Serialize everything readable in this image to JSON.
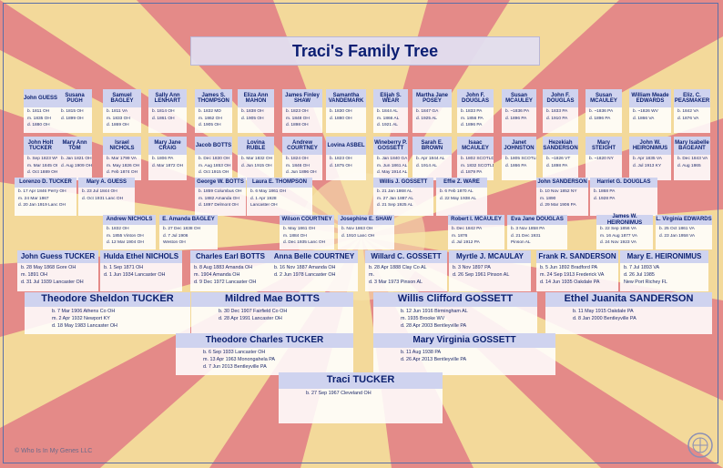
{
  "title": "Traci's Family Tree",
  "copyright": "© Who Is In My Genes LLC",
  "colors": {
    "name_band": "#cfd3ef",
    "name_text": "#0a1f6e",
    "detail_text": "#1d2a6a",
    "background_gold": "#f3d99a",
    "background_red": "#e48a88",
    "frame": "#5b6fa8"
  },
  "people": [
    {
      "name": "John GUESS",
      "details": [
        "b. 1811 OH",
        "m. 1835 OH",
        "d. 1880 OH"
      ]
    },
    {
      "name": "Susana PUGH",
      "details": [
        "b. 1815 OH",
        "d. 1899 OH"
      ]
    },
    {
      "name": "Samuel BAGLEY",
      "details": [
        "b. 1811 VA",
        "m. 1833 OH",
        "d. 1869 OH"
      ]
    },
    {
      "name": "Sally Ann LENHART",
      "details": [
        "b. 1814 OH",
        "d. 1861 OH"
      ]
    },
    {
      "name": "James S. THOMPSON",
      "details": [
        "b. 1832 MD",
        "m. 1862 OH",
        "d. 1905 OH"
      ]
    },
    {
      "name": "Eliza Ann MAHON",
      "details": [
        "b. 1838 OH",
        "d. 1905 OH"
      ]
    },
    {
      "name": "James Finley SHAW",
      "details": [
        "b. 1823 OH",
        "m. 1848 OH",
        "d. 1898 OH"
      ]
    },
    {
      "name": "Samantha VANDEMARK",
      "details": [
        "b. 1830 OH",
        "d. 1880 OH"
      ]
    },
    {
      "name": "Elijah S. WEAR",
      "details": [
        "b. 1844 AL",
        "m. 1866 AL",
        "d. 1921 AL"
      ]
    },
    {
      "name": "Martha Jane POSEY",
      "details": [
        "b. 1847 GA",
        "d. 1925 AL"
      ]
    },
    {
      "name": "John F. DOUGLAS",
      "details": [
        "b. 1833 PA",
        "m. 1856 PA",
        "d. 1896 PA"
      ]
    },
    {
      "name": "Susan MCAULEY",
      "details": [
        "b. ~1836 PA",
        "d. 1896 PA"
      ]
    },
    {
      "name": "John F. DOUGLAS",
      "details": [
        "b. 1833 PA",
        "d. 1910 PA"
      ]
    },
    {
      "name": "Susan MCAULEY",
      "details": [
        "b. ~1836 PA",
        "d. 1896 PA"
      ]
    },
    {
      "name": "William Meade EDWARDS",
      "details": [
        "b. ~1826 WV",
        "d. 1866 VA"
      ]
    },
    {
      "name": "Eliz. C. PEASMAKER",
      "details": [
        "b. 1842 VA",
        "d. 1876 VA"
      ]
    },
    {
      "name": "John Holt TUCKER",
      "details": [
        "b. Sep 1823 WV",
        "m. Mar 1845 OH",
        "d. Oct 1889 OH"
      ]
    },
    {
      "name": "Mary Ann TOM",
      "details": [
        "b. Jan 1821 OH",
        "d. Aug 1909 OH"
      ]
    },
    {
      "name": "Israel NICHOLS",
      "details": [
        "b. Mar 1799 VA",
        "m. May 1826 OH",
        "d. Feb 1874 OH"
      ]
    },
    {
      "name": "Mary Jane CRAIG",
      "details": [
        "b. 1806 PA",
        "d. Mar 1872 OH"
      ]
    },
    {
      "name": "Jacob BOTTS",
      "details": [
        "b. Dec 1830 OH",
        "m. Aug 1853 OH",
        "d. Oct 1915 OH"
      ]
    },
    {
      "name": "Lovina RUBLE",
      "details": [
        "b. Mar 1832 OH",
        "d. Jun 1915 OH"
      ]
    },
    {
      "name": "Andrew COURTNEY",
      "details": [
        "b. 1824 OH",
        "m. 1846 OH",
        "d. Jun 1896 OH"
      ]
    },
    {
      "name": "Lovina ASBEL",
      "details": [
        "b. 1823 OH",
        "d. 1875 OH"
      ]
    },
    {
      "name": "Wineberry P. GOSSETT",
      "details": [
        "b. Jan 1840 GA",
        "m. Jun 1861 AL",
        "d. May 1914 AL"
      ]
    },
    {
      "name": "Sarah E. BROWN",
      "details": [
        "b. Apr 1844 AL",
        "d. 1914 AL"
      ]
    },
    {
      "name": "Isaac MCAULEY",
      "details": [
        "b. 1802 SCOTLD",
        "m. 1832 SCOTLD",
        "d. 1879 PA"
      ]
    },
    {
      "name": "Janet JOHNSTON",
      "details": [
        "b. 1805 SCOTLD",
        "d. 1866 PA"
      ]
    },
    {
      "name": "Hezekiah SANDERSON",
      "details": [
        "b. ~1826 VT",
        "d. 1898 PA"
      ]
    },
    {
      "name": "Mary STEIGHT",
      "details": [
        "b. ~1820 NY"
      ]
    },
    {
      "name": "John W. HEIRONIMUS",
      "details": [
        "b. Apr 1835 VA",
        "d. Jul 1913 KY"
      ]
    },
    {
      "name": "Mary Isabelle BAGEANT",
      "details": [
        "b. Dec 1843 VA",
        "d. Aug 1865"
      ]
    },
    {
      "name": "Lorenzo D. TUCKER",
      "details": [
        "b. 17 Apr 1846 Perry OH",
        "m. 24 Mar 1867",
        "d. 20 Jan 1919 Lanc OH"
      ]
    },
    {
      "name": "Mary A. GUESS",
      "details": [
        "b. 23 Jul 1844 OH",
        "d. Oct 1931 Lanc OH"
      ]
    },
    {
      "name": "George W. BOTTS",
      "details": [
        "b. 1859 Columbus OH",
        "m. 1882 Amanda OH",
        "d. 1897 Delmont OH"
      ]
    },
    {
      "name": "Laura E. THOMPSON",
      "details": [
        "b. 6 May 1861 OH",
        "d. 1 Apr 1928",
        "Lancaster OH"
      ]
    },
    {
      "name": "Willis J. GOSSETT",
      "details": [
        "b. 21 Jan 1868 AL",
        "m. 27 Jan 1887 AL",
        "d. 21 Sep 1925 AL"
      ]
    },
    {
      "name": "Effie Z. WARE",
      "details": [
        "b. 6 Feb 1870 AL",
        "d. 22 May 1938 AL"
      ]
    },
    {
      "name": "John SANDERSON",
      "details": [
        "b. 10 Nov 1852 NY",
        "m. 1890",
        "d. 29 Mar 1906 PA"
      ]
    },
    {
      "name": "Harriet G. DOUGLAS",
      "details": [
        "b. 1868 PA",
        "d. 1928 PA"
      ]
    },
    {
      "name": "Andrew NICHOLS",
      "details": [
        "b. 1832 OH",
        "m. 1855 Vinton OH",
        "d. 12 Mar 1904 OH"
      ]
    },
    {
      "name": "E. Amanda BAGLEY",
      "details": [
        "b. 27 Dec 1838 OH",
        "d. 7 Jul 1906",
        "Weston OH"
      ]
    },
    {
      "name": "Wilson COURTNEY",
      "details": [
        "b. May 1861 OH",
        "m. 1884 OH",
        "d. Dec 1935 Lanc OH"
      ]
    },
    {
      "name": "Josephine E. SHAW",
      "details": [
        "b. Nov 1863 OH",
        "d. 1910 Lanc OH"
      ]
    },
    {
      "name": "Robert I. MCAULEY",
      "details": [
        "b. Dec 1842 PA",
        "m. 1876",
        "d. Jul 1912 PA"
      ]
    },
    {
      "name": "Eva Jane DOUGLAS",
      "details": [
        "b. 3 Nov 1858 PA",
        "d. 21 Dec 1931",
        "Pinson AL"
      ]
    },
    {
      "name": "James W. HEIRONIMUS",
      "details": [
        "b. 22 Sep 1856 VA",
        "m. 16 Aug 1877 VA",
        "d. 24 Nov 1923 VA"
      ]
    },
    {
      "name": "L. Virginia EDWARDS",
      "details": [
        "b. 25 Oct 1861 VA",
        "d. 23 Jan 1958 VA"
      ]
    },
    {
      "name": "John Guess TUCKER",
      "details": [
        "b. 28 May 1868 Gore OH",
        "m. 1891 OH",
        "d. 31 Jul 1939 Lancaster OH"
      ]
    },
    {
      "name": "Hulda Ethel NICHOLS",
      "details": [
        "b. 1 Sep 1871 OH",
        "d. 1 Jun 1934 Lancaster OH"
      ]
    },
    {
      "name": "Charles Earl BOTTS",
      "details": [
        "b. 8 Aug 1883 Amanda OH",
        "m. 1904 Amanda OH",
        "d. 9 Dec 1972 Lancaster OH"
      ]
    },
    {
      "name": "Anna Belle COURTNEY",
      "details": [
        "b. 16 Nov 1887 Amanda OH",
        "d. 2 Jun 1978 Lancaster OH"
      ]
    },
    {
      "name": "Willard C. GOSSETT",
      "details": [
        "b. 28 Apr 1888 Clay Co AL",
        "m.",
        "d. 3 Mar 1973 Pinson AL"
      ]
    },
    {
      "name": "Myrtle J. MCAULAY",
      "details": [
        "b. 3 Nov 1897 PA",
        "d. 26 Sep 1961 Pinson AL"
      ]
    },
    {
      "name": "Frank R. SANDERSON",
      "details": [
        "b. 5 Jun 1892 Bradford PA",
        "m. 24 Sep 1913 Frederick VA",
        "d. 14 Jun 1935 Oakdale PA"
      ]
    },
    {
      "name": "Mary E. HEIRONIMUS",
      "details": [
        "b. 7 Jul 1893 VA",
        "d. 26 Jul 1985",
        "New Port Richey FL"
      ]
    },
    {
      "name": "Theodore Sheldon TUCKER",
      "details": [
        "b. 7 Mar 1906 Athens Co OH",
        "m. 2 Apr 1932 Newport KY",
        "d. 18 May 1983 Lancaster OH"
      ]
    },
    {
      "name": "Mildred Mae BOTTS",
      "details": [
        "b. 30 Dec 1907 Fairfield Co OH",
        "d. 28 Apr 1991 Lancaster OH"
      ]
    },
    {
      "name": "Willis Clifford GOSSETT",
      "details": [
        "b. 12 Jun 1916 Birmingham AL",
        "m. 1935 Brooke WV",
        "d. 28 Apr 2003 Bentleyville PA"
      ]
    },
    {
      "name": "Ethel Juanita SANDERSON",
      "details": [
        "b. 11 May 1915 Oakdale PA",
        "d. 8 Jan 2000 Bentleyville PA"
      ]
    },
    {
      "name": "Theodore Charles TUCKER",
      "details": [
        "b. 6 Sep 1933 Lancaster OH",
        "m. 13 Apr 1963 Monongahela PA",
        "d. 7 Jun 2013 Bentleyville PA"
      ]
    },
    {
      "name": "Mary Virginia GOSSETT",
      "details": [
        "b. 11 Aug 1938 PA",
        "d. 26 Apr 2013 Bentleyville PA"
      ]
    },
    {
      "name": "Traci TUCKER",
      "details": [
        "b. 27 Sep 1967 Cleveland OH"
      ]
    }
  ]
}
